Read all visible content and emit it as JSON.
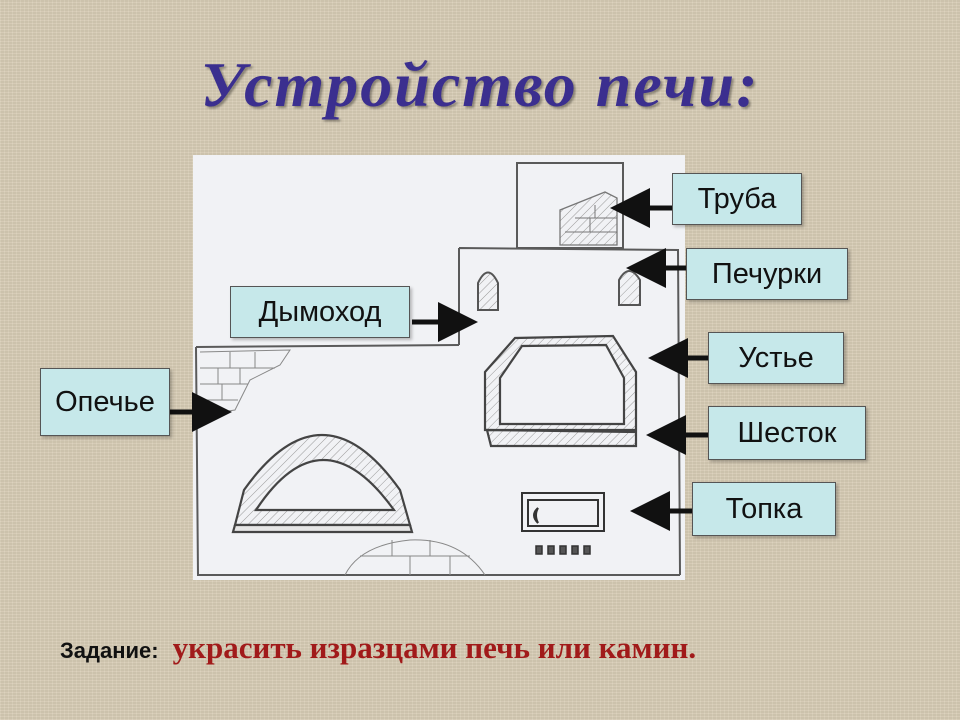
{
  "title": "Устройство печи:",
  "labels": {
    "truba": "Труба",
    "pechurki": "Печурки",
    "dymokhod": "Дымоход",
    "ustye": "Устье",
    "opechye": "Опечье",
    "shestok": "Шесток",
    "topka": "Топка"
  },
  "task": {
    "label": "Задание:",
    "text": "украсить изразцами печь или камин."
  },
  "colors": {
    "title": "#3b2f8f",
    "label_bg": "#c6e8ea",
    "task_text": "#a11a1a",
    "background": "#d8cdb6"
  }
}
